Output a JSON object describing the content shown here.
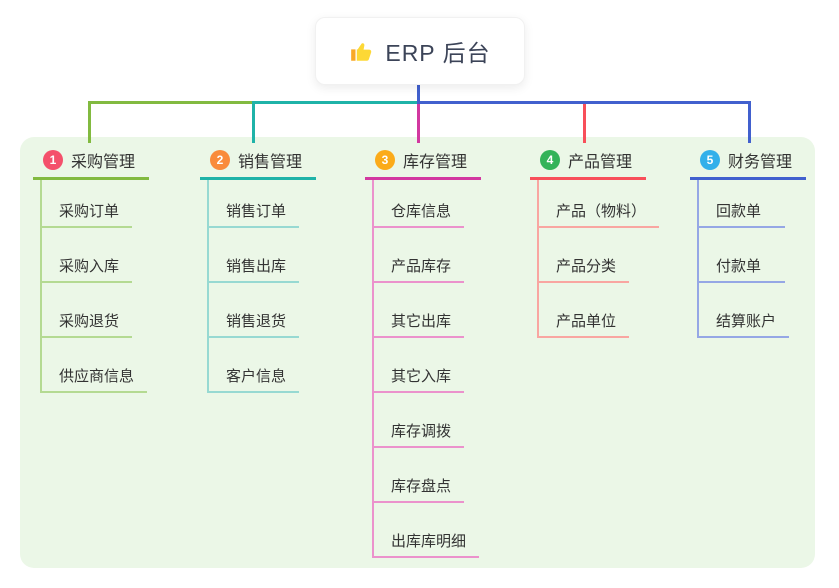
{
  "root": {
    "label": "ERP 后台",
    "icon": "thumbs-up-icon"
  },
  "colors": {
    "panel_background": "#ebf7e7",
    "root_connector": "#4160ce",
    "card_background": "#ffffff",
    "text": "#333333"
  },
  "branches": [
    {
      "num": "1",
      "label": "采购管理",
      "badge_color": "#f4506b",
      "line_color": "#82ba40",
      "line_light": "#b4da92",
      "children": [
        "采购订单",
        "采购入库",
        "采购退货",
        "供应商信息"
      ]
    },
    {
      "num": "2",
      "label": "销售管理",
      "badge_color": "#f98b3b",
      "line_color": "#1fb3a8",
      "line_light": "#97d9d2",
      "children": [
        "销售订单",
        "销售出库",
        "销售退货",
        "客户信息"
      ]
    },
    {
      "num": "3",
      "label": "库存管理",
      "badge_color": "#fbab19",
      "line_color": "#d238a0",
      "line_light": "#eb92cc",
      "children": [
        "仓库信息",
        "产品库存",
        "其它出库",
        "其它入库",
        "库存调拨",
        "库存盘点",
        "出库库明细"
      ]
    },
    {
      "num": "4",
      "label": "产品管理",
      "badge_color": "#33b359",
      "line_color": "#f84f5a",
      "line_light": "#f9a6a1",
      "children": [
        "产品（物料）",
        "产品分类",
        "产品单位"
      ]
    },
    {
      "num": "5",
      "label": "财务管理",
      "badge_color": "#32b0ea",
      "line_color": "#4160ce",
      "line_light": "#95a7e5",
      "children": [
        "回款单",
        "付款单",
        "结算账户"
      ]
    }
  ]
}
